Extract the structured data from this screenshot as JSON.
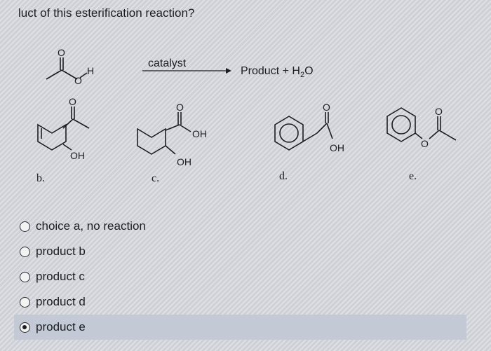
{
  "question": {
    "text": "luct of this esterification reaction?"
  },
  "reaction": {
    "catalyst_label": "catalyst",
    "product_label": "Product + H",
    "water_sub": "2",
    "water_tail": "O",
    "reactant_h": "H",
    "reactant_o": "O"
  },
  "structures": {
    "b": {
      "label": "b.",
      "oh": "OH",
      "o": "O"
    },
    "c": {
      "label": "c.",
      "oh1": "OH",
      "oh2": "OH",
      "o": "O"
    },
    "d": {
      "label": "d.",
      "oh": "OH",
      "o": "O"
    },
    "e": {
      "label": "e.",
      "o1": "O",
      "o2": "O"
    }
  },
  "choices": [
    {
      "label": "choice a, no reaction",
      "selected": false
    },
    {
      "label": "product b",
      "selected": false
    },
    {
      "label": "product c",
      "selected": false
    },
    {
      "label": "product d",
      "selected": false
    },
    {
      "label": "product e",
      "selected": true
    }
  ]
}
